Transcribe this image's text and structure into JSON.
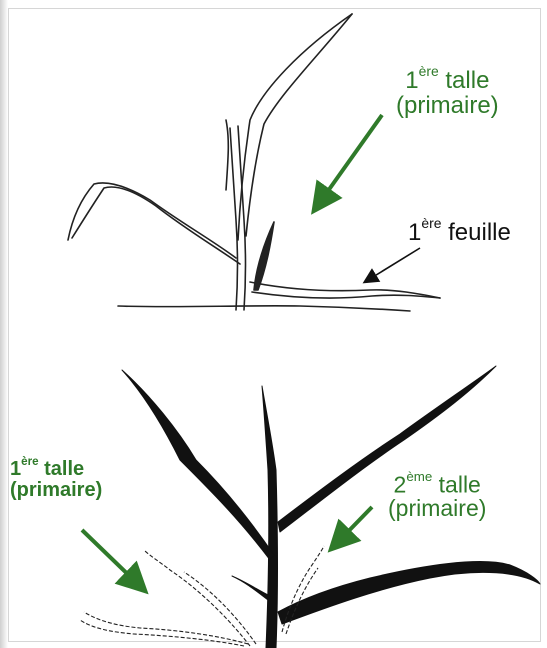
{
  "colors": {
    "accent_green": "#2f7a2a",
    "ink": "#111111",
    "background": "#ffffff"
  },
  "top_figure": {
    "label_talle_1": {
      "num": "1",
      "sup": "ère",
      "word": "talle",
      "paren": "(primaire)"
    },
    "label_feuille_1": {
      "num": "1",
      "sup": "ère",
      "word": "feuille"
    }
  },
  "bottom_figure": {
    "label_talle_1": {
      "num": "1",
      "sup": "ère",
      "word": "talle",
      "paren": "(primaire)"
    },
    "label_talle_2": {
      "num": "2",
      "sup": "ème",
      "word": "talle",
      "paren": "(primaire)"
    }
  }
}
